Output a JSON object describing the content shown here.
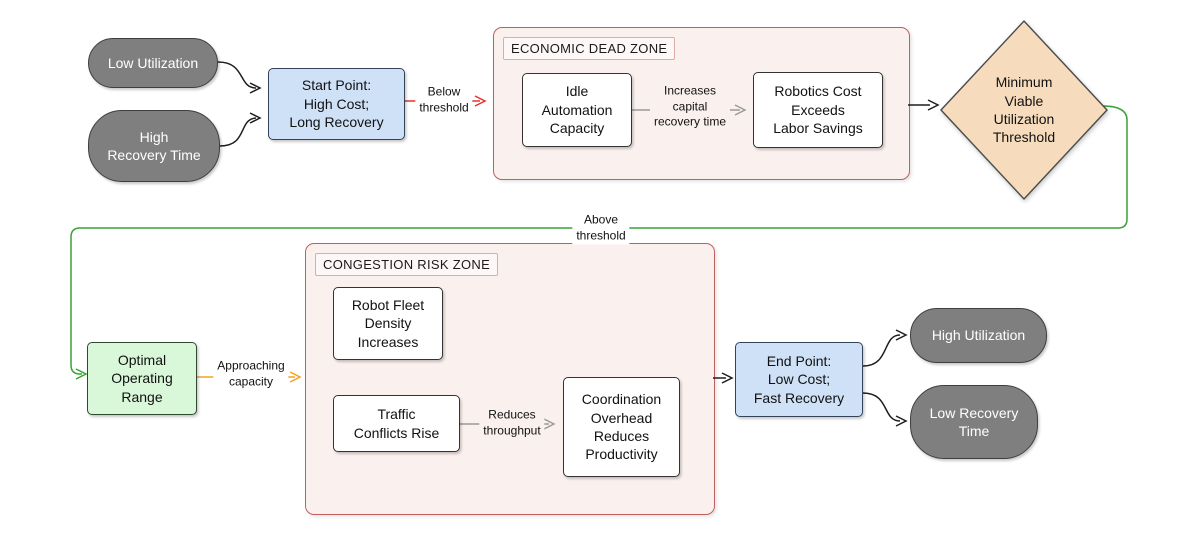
{
  "diagram": {
    "nodes": {
      "low_utilization": {
        "label": "Low Utilization"
      },
      "high_recovery_time": {
        "label": "High\nRecovery Time"
      },
      "start_point": {
        "label": "Start Point:\nHigh Cost;\nLong Recovery"
      },
      "idle_automation": {
        "label": "Idle\nAutomation\nCapacity"
      },
      "robotics_cost": {
        "label": "Robotics Cost\nExceeds\nLabor Savings"
      },
      "threshold_decision": {
        "label": "Minimum\nViable\nUtilization\nThreshold"
      },
      "optimal_range": {
        "label": "Optimal\nOperating\nRange"
      },
      "robot_fleet": {
        "label": "Robot Fleet\nDensity\nIncreases"
      },
      "traffic_conflicts": {
        "label": "Traffic\nConflicts Rise"
      },
      "coordination_overhead": {
        "label": "Coordination\nOverhead\nReduces\nProductivity"
      },
      "end_point": {
        "label": "End Point:\nLow Cost;\nFast Recovery"
      },
      "high_utilization": {
        "label": "High Utilization"
      },
      "low_recovery_time": {
        "label": "Low Recovery\nTime"
      }
    },
    "zones": {
      "economic_dead_zone": {
        "title": "ECONOMIC DEAD ZONE"
      },
      "congestion_risk_zone": {
        "title": "CONGESTION RISK ZONE"
      }
    },
    "edge_labels": {
      "below_threshold": "Below\nthreshold",
      "increases_capital": "Increases\ncapital\nrecovery time",
      "above_threshold": "Above\nthreshold",
      "approaching_capacity": "Approaching\ncapacity",
      "reduces_throughput": "Reduces\nthroughput"
    },
    "colors": {
      "stadium_fill": "#7f7f7f",
      "stadium_border": "#3f3f3f",
      "stadium_text": "#ffffff",
      "blue_fill": "#cfe1f7",
      "blue_border": "#33445a",
      "green_fill": "#d9f7d9",
      "green_border": "#2f4a2f",
      "diamond_fill": "#f6dcbd",
      "diamond_border": "#4a4a4a",
      "white_fill": "#ffffff",
      "white_border": "#333333",
      "zone_fill": "#faf1ef",
      "zone_border": "#c0605c",
      "zone_label_fill": "#fdf8f7",
      "zone_label_border": "#e0aaa5",
      "edge_red": "#e53131",
      "edge_green": "#37a337",
      "edge_orange": "#f2a229",
      "edge_gray": "#999999",
      "edge_black": "#1f1f1f",
      "canvas_bg": "#ffffff",
      "label_bg_white": "#ffffff"
    }
  }
}
